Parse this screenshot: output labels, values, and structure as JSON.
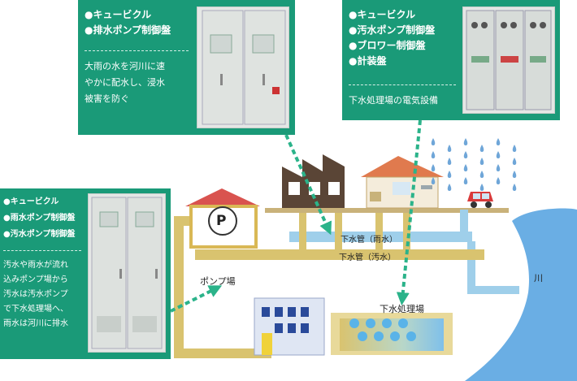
{
  "colors": {
    "callout_bg": "#1a9a78",
    "arrow": "#2bb38a",
    "pipe_sewage": "#d9c36f",
    "pipe_rain": "#9fcfea",
    "river": "#6aaee4",
    "ground": "#c9b27a",
    "factory": "#5a4536",
    "house_roof": "#e07a4e",
    "car": "#d93a3a",
    "rain": "#6fa6d8"
  },
  "boxes": {
    "top_center": {
      "bullets": [
        "●キュービクル",
        "●排水ポンプ制御盤"
      ],
      "description": "大雨の水を河川に速\nやかに配水し、浸水\n被害を防ぐ"
    },
    "top_right": {
      "bullets": [
        "●キュービクル",
        "●汚水ポンプ制御盤",
        "●ブロワー制御盤",
        "●計装盤"
      ],
      "description": "下水処理場の電気設備"
    },
    "left": {
      "bullets": [
        "●キュービクル",
        "●雨水ポンプ制御盤",
        "●汚水ポンプ制御盤"
      ],
      "description": "汚水や雨水が流れ\n込みポンプ場から\n汚水は汚水ポンプ\nで下水処理場へ、\n雨水は河川に排水"
    }
  },
  "diagram": {
    "pump_symbol": "P",
    "pump_station": "ポンプ場",
    "pipe_rain": "下水管（雨水）",
    "pipe_sewage": "下水管（汚水）",
    "treatment_plant": "下水処理場",
    "river": "川"
  }
}
